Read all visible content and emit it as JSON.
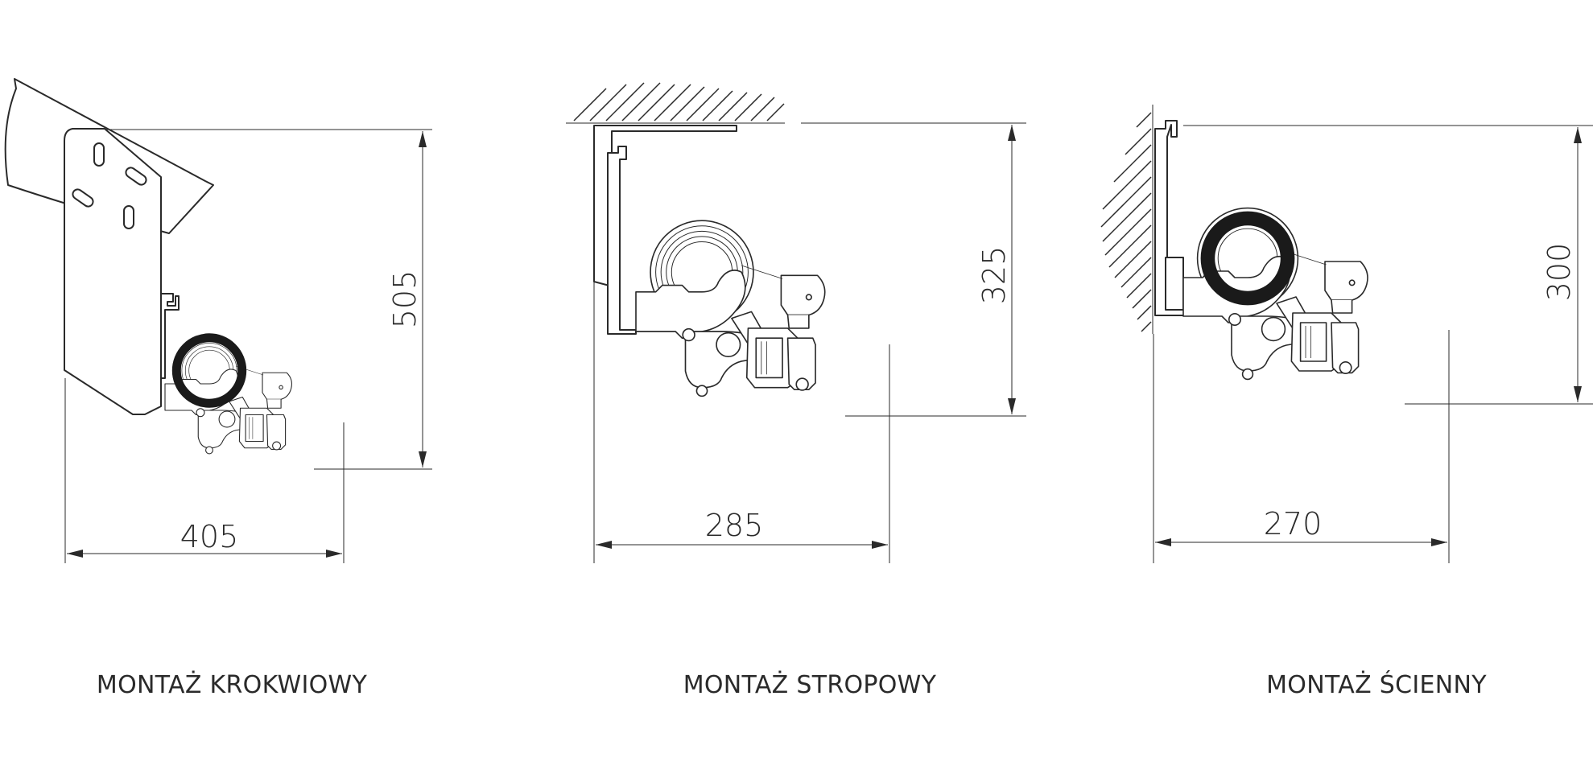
{
  "views": [
    {
      "caption": "MONTAŻ KROKWIOWY",
      "width": "405",
      "height": "505"
    },
    {
      "caption": "MONTAŻ STROPOWY",
      "width": "285",
      "height": "325"
    },
    {
      "caption": "MONTAŻ ŚCIENNY",
      "width": "270",
      "height": "300"
    }
  ],
  "colors": {
    "line": "#2a2a2a",
    "background": "#ffffff",
    "roll": "#1a1a1a"
  }
}
